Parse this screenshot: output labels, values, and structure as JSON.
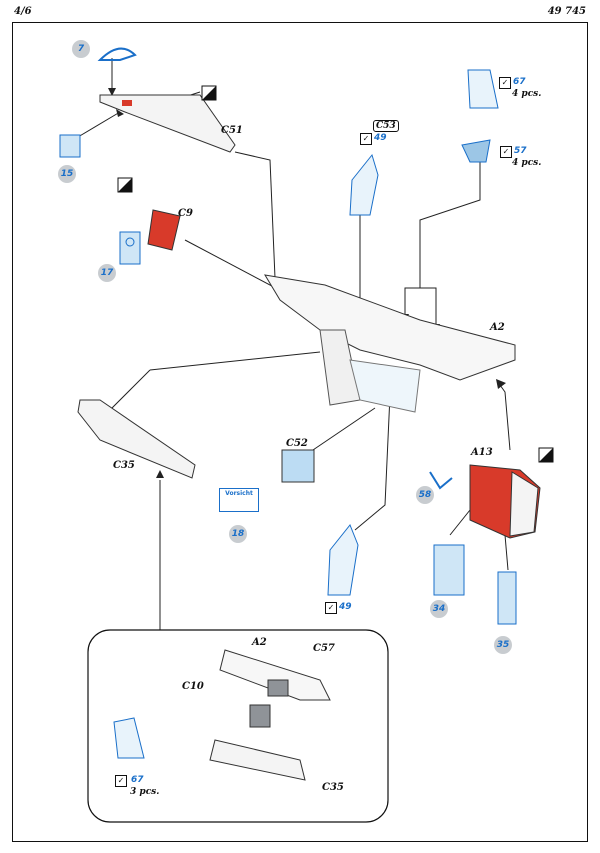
{
  "header": {
    "page": "4/6",
    "kit": "49 745"
  },
  "parts": {
    "c51": "C51",
    "c9": "C9",
    "c53": "C53",
    "a2": "A2",
    "c35": "C35",
    "c52": "C52",
    "a13": "A13",
    "c57": "C57",
    "c10": "C10",
    "a2_detail": "A2",
    "c35_detail": "C35"
  },
  "pe_numbers": {
    "n7": "7",
    "n15": "15",
    "n17": "17",
    "n18": "18",
    "n34": "34",
    "n35": "35",
    "n58": "58"
  },
  "callouts": {
    "c67_top": {
      "num": "67",
      "qty": "4 pcs."
    },
    "c57_top": {
      "num": "57",
      "qty": "4 pcs."
    },
    "c49_top": {
      "num": "49"
    },
    "c49_bottom": {
      "num": "49"
    },
    "c67_detail": {
      "num": "67",
      "qty": "3 pcs."
    }
  },
  "placard_text": "Vorsicht",
  "colors": {
    "pe_blue": "#1a6fc9",
    "red_part": "#d83a2a",
    "grey_part": "#8f9398",
    "pe_fill": "#cfe6f6"
  }
}
